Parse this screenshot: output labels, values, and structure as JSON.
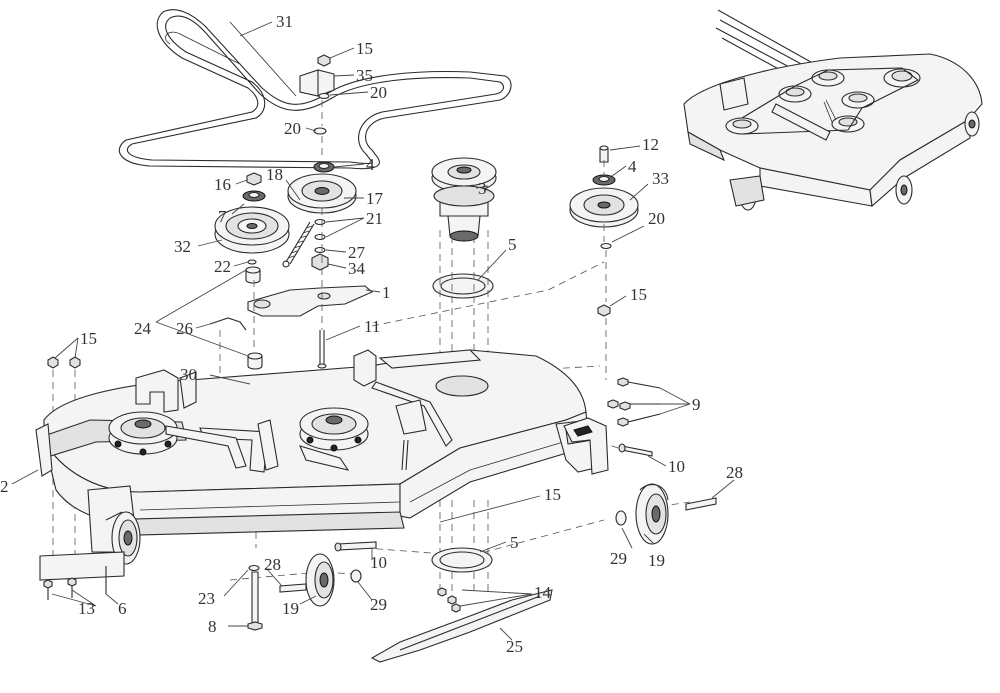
{
  "callouts": {
    "c1": "1",
    "c2": "2",
    "c3": "3",
    "c4a": "4",
    "c4b": "4",
    "c5a": "5",
    "c5b": "5",
    "c6": "6",
    "c7": "7",
    "c8": "8",
    "c9": "9",
    "c10a": "10",
    "c10b": "10",
    "c11": "11",
    "c12": "12",
    "c13": "13",
    "c14": "14",
    "c15a": "15",
    "c15b": "15",
    "c15c": "15",
    "c15d": "15",
    "c16": "16",
    "c17": "17",
    "c18": "18",
    "c19a": "19",
    "c19b": "19",
    "c20a": "20",
    "c20b": "20",
    "c20c": "20",
    "c21": "21",
    "c22": "22",
    "c23": "23",
    "c24": "24",
    "c25": "25",
    "c26": "26",
    "c27": "27",
    "c28a": "28",
    "c28b": "28",
    "c29a": "29",
    "c29b": "29",
    "c30": "30",
    "c31": "31",
    "c32": "32",
    "c33": "33",
    "c34": "34",
    "c35": "35"
  }
}
